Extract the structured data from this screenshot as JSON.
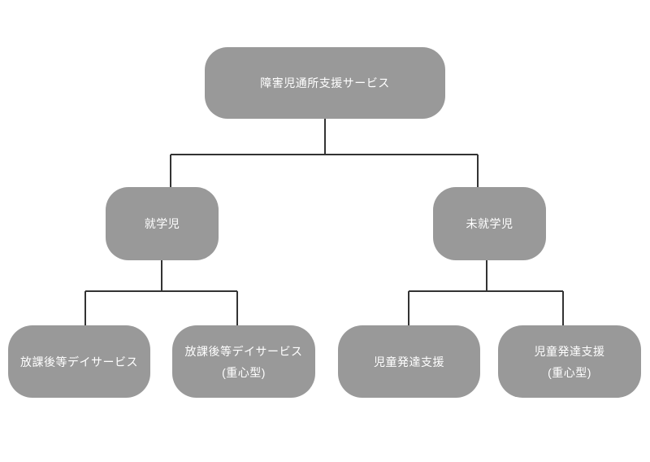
{
  "diagram": {
    "root": {
      "label": "障害児通所支援サービス"
    },
    "level2": [
      {
        "label": "就学児"
      },
      {
        "label": "未就学児"
      }
    ],
    "level3": [
      {
        "label": "放課後等デイサービス"
      },
      {
        "label": "放課後等デイサービス\n(重心型)"
      },
      {
        "label": "児童発達支援"
      },
      {
        "label": "児童発達支援\n(重心型)"
      }
    ],
    "colors": {
      "node_fill": "#999999",
      "node_text": "#ffffff",
      "connector": "#333333",
      "background": "#ffffff"
    }
  }
}
